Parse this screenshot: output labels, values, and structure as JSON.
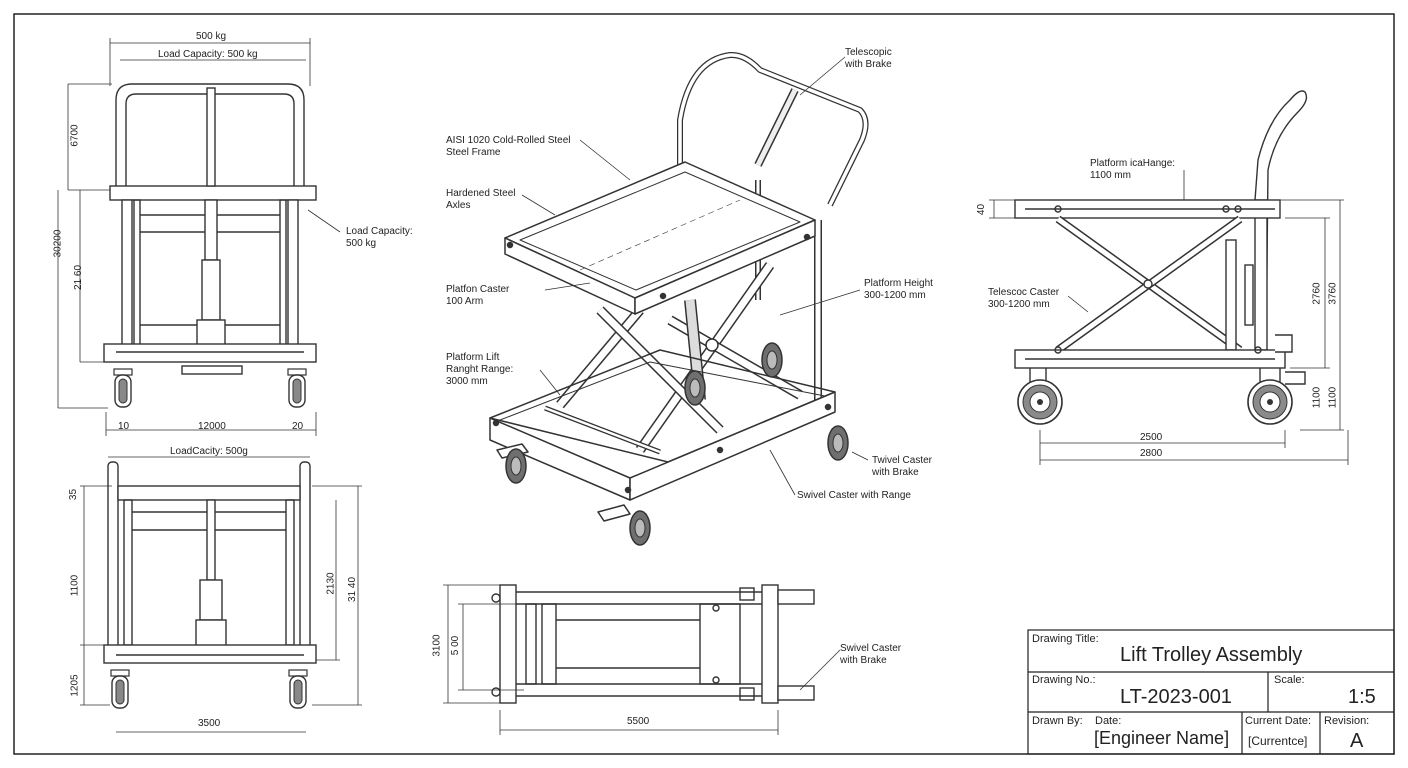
{
  "views": {
    "front_top": {
      "dim_top_1": "500 kg",
      "dim_top_2": "Load Capacity: 500 kg",
      "dim_left_1": "6700",
      "dim_left_2": "30200",
      "dim_left_3": "21 60",
      "dim_bottom_1": "10",
      "dim_bottom_2": "12000",
      "dim_bottom_3": "20",
      "callout_load": "Load Capacity:\n500 kg"
    },
    "front_bottom": {
      "dim_top": "LoadCacity: 500g",
      "dim_left_1": "35",
      "dim_left_2": "1100",
      "dim_left_3": "1205",
      "dim_right_1": "2130",
      "dim_right_2": "31 40",
      "dim_bottom": "3500"
    },
    "iso": {
      "callout_telescopic": "Telescopic\nwith Brake",
      "callout_frame": "AISI 1020 Cold-Rolled Steel\nSteel Frame",
      "callout_axles": "Hardened Steel\nAxles",
      "callout_platform_caster": "Platfon Caster\n100 Arm",
      "callout_lift": "Platform Lift\nRanght Range:\n3000 mm",
      "callout_height": "Platform Height\n300-1200 mm",
      "callout_twivel": "Twivel Caster\nwith Brake",
      "callout_swivel_range": "Swivel Caster with Range"
    },
    "plan": {
      "dim_left_1": "3100",
      "dim_left_2": "5 00",
      "dim_bottom": "5500",
      "callout_swivel": "Swivel Caster\nwith Brake"
    },
    "side": {
      "callout_platform": "Platform icaHange:\n1100 mm",
      "callout_telescoc": "Telescoc Caster\n300-1200 mm",
      "dim_left": "40",
      "dim_right_1": "2760",
      "dim_right_2": "3760",
      "dim_right_3": "1100",
      "dim_right_4": "1100",
      "dim_bottom_1": "2500",
      "dim_bottom_2": "2800"
    }
  },
  "title_block": {
    "drawing_title_caption": "Drawing Title:",
    "drawing_title": "Lift Trolley Assembly",
    "drawing_no_caption": "Drawing No.:",
    "drawing_no": "LT-2023-001",
    "scale_caption": "Scale:",
    "scale": "1:5",
    "drawn_by_caption": "Drawn By:",
    "date_caption": "Date:",
    "drawn_by": "[Engineer Name]",
    "current_date_caption": "Current Date:",
    "current_date": "[Currentce]",
    "revision_caption": "Revision:",
    "revision": "A"
  },
  "colors": {
    "line": "#333333",
    "paper": "#ffffff",
    "wheel": "#6a6a6a"
  }
}
